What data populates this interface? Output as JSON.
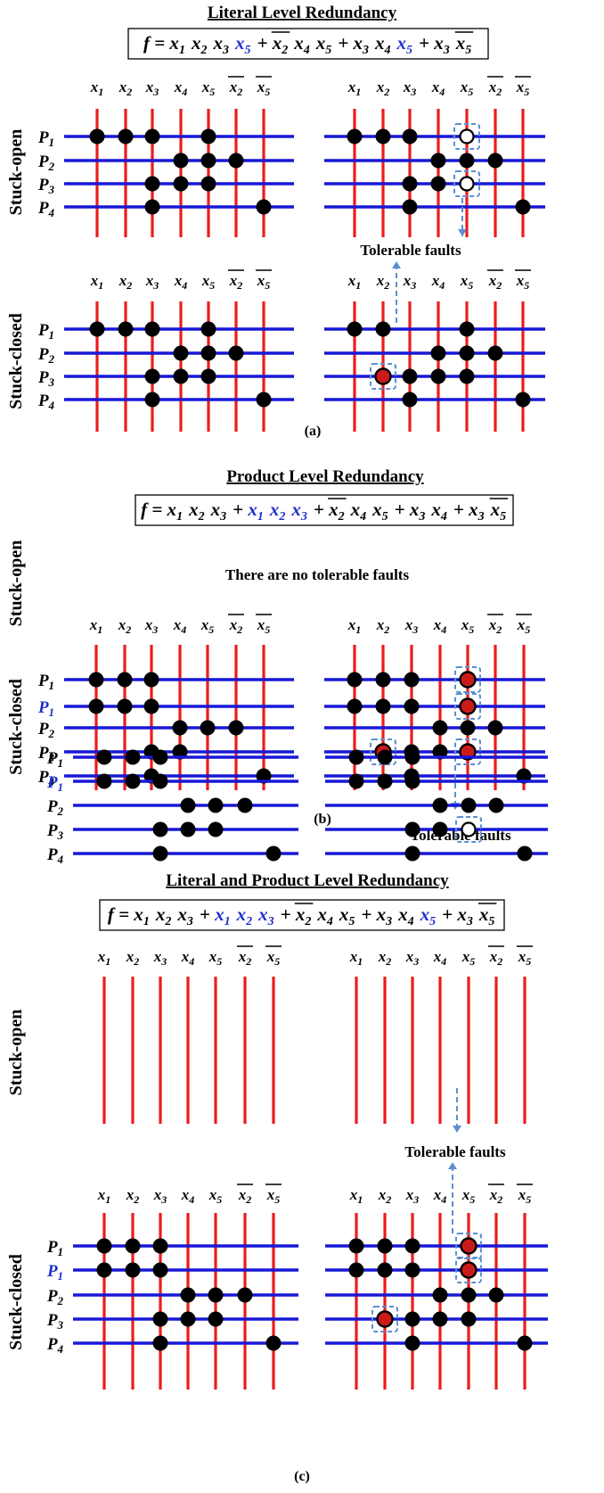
{
  "section_a": {
    "title": "Literal Level Redundancy",
    "formula": [
      {
        "t": "f = x",
        "s": "1",
        "blue": false
      },
      {
        "t": " x",
        "s": "2",
        "blue": false
      },
      {
        "t": " x",
        "s": "3",
        "blue": false
      },
      {
        "t": " x",
        "s": "5",
        "blue": true
      },
      {
        "t": " + ",
        "s": "",
        "blue": false
      },
      {
        "t": "x",
        "s": "2",
        "blue": false,
        "bar": true
      },
      {
        "t": " x",
        "s": "4",
        "blue": false
      },
      {
        "t": " x",
        "s": "5",
        "blue": false
      },
      {
        "t": " + x",
        "s": "3",
        "blue": false
      },
      {
        "t": " x",
        "s": "4",
        "blue": false
      },
      {
        "t": " x",
        "s": "5",
        "blue": true
      },
      {
        "t": " + x",
        "s": "3",
        "blue": false
      },
      {
        "t": " ",
        "s": "",
        "blue": false
      },
      {
        "t": "x",
        "s": "5",
        "blue": false,
        "bar": true
      }
    ],
    "caption": "(a)",
    "stuck_open_label": "Stuck-open",
    "stuck_closed_label": "Stuck-closed",
    "tolerable_label": "Tolerable faults"
  },
  "section_b": {
    "title": "Product Level Redundancy",
    "formula": [
      {
        "t": "f = x",
        "s": "1",
        "blue": false
      },
      {
        "t": " x",
        "s": "2",
        "blue": false
      },
      {
        "t": " x",
        "s": "3",
        "blue": false
      },
      {
        "t": " + ",
        "s": "",
        "blue": false
      },
      {
        "t": "x",
        "s": "1",
        "blue": true
      },
      {
        "t": " x",
        "s": "2",
        "blue": true
      },
      {
        "t": " x",
        "s": "3",
        "blue": true
      },
      {
        "t": " + ",
        "s": "",
        "blue": false
      },
      {
        "t": "x",
        "s": "2",
        "blue": false,
        "bar": true
      },
      {
        "t": " x",
        "s": "4",
        "blue": false
      },
      {
        "t": " x",
        "s": "5",
        "blue": false
      },
      {
        "t": " + x",
        "s": "3",
        "blue": false
      },
      {
        "t": " x",
        "s": "4",
        "blue": false
      },
      {
        "t": " + x",
        "s": "3",
        "blue": false
      },
      {
        "t": " ",
        "s": "",
        "blue": false
      },
      {
        "t": "x",
        "s": "5",
        "blue": false,
        "bar": true
      }
    ],
    "caption": "(b)",
    "stuck_open_label": "Stuck-open",
    "stuck_closed_label": "Stuck-closed",
    "no_faults_note": "There are no tolerable faults",
    "tolerable_label": "Tolerable faults"
  },
  "section_c": {
    "title": "Literal and Product Level Redundancy",
    "formula": [
      {
        "t": "f = x",
        "s": "1",
        "blue": false
      },
      {
        "t": " x",
        "s": "2",
        "blue": false
      },
      {
        "t": " x",
        "s": "3",
        "blue": false
      },
      {
        "t": " + ",
        "s": "",
        "blue": false
      },
      {
        "t": "x",
        "s": "1",
        "blue": true
      },
      {
        "t": " x",
        "s": "2",
        "blue": true
      },
      {
        "t": " x",
        "s": "3",
        "blue": true
      },
      {
        "t": " + ",
        "s": "",
        "blue": false
      },
      {
        "t": "x",
        "s": "2",
        "blue": false,
        "bar": true
      },
      {
        "t": " x",
        "s": "4",
        "blue": false
      },
      {
        "t": " x",
        "s": "5",
        "blue": false
      },
      {
        "t": " + x",
        "s": "3",
        "blue": false
      },
      {
        "t": " x",
        "s": "4",
        "blue": false
      },
      {
        "t": " x",
        "s": "5",
        "blue": true
      },
      {
        "t": " + x",
        "s": "3",
        "blue": false
      },
      {
        "t": " ",
        "s": "",
        "blue": false
      },
      {
        "t": "x",
        "s": "5",
        "blue": false,
        "bar": true
      }
    ],
    "caption": "(c)",
    "stuck_open_label": "Stuck-open",
    "stuck_closed_label": "Stuck-closed",
    "tolerable_label": "Tolerable faults"
  },
  "columns": [
    {
      "sym": "x",
      "sub": "1",
      "bar": false
    },
    {
      "sym": "x",
      "sub": "2",
      "bar": false
    },
    {
      "sym": "x",
      "sub": "3",
      "bar": false
    },
    {
      "sym": "x",
      "sub": "4",
      "bar": false
    },
    {
      "sym": "x",
      "sub": "5",
      "bar": false
    },
    {
      "sym": "x",
      "sub": "2",
      "bar": true
    },
    {
      "sym": "x",
      "sub": "5",
      "bar": true
    }
  ],
  "rows_a": [
    {
      "sym": "P",
      "sub": "1",
      "blue": false
    },
    {
      "sym": "P",
      "sub": "2",
      "blue": false
    },
    {
      "sym": "P",
      "sub": "3",
      "blue": false
    },
    {
      "sym": "P",
      "sub": "4",
      "blue": false
    }
  ],
  "rows_bc": [
    {
      "sym": "P",
      "sub": "1",
      "blue": false
    },
    {
      "sym": "P",
      "sub": "1",
      "blue": true
    },
    {
      "sym": "P",
      "sub": "2",
      "blue": false
    },
    {
      "sym": "P",
      "sub": "3",
      "blue": false
    },
    {
      "sym": "P",
      "sub": "4",
      "blue": false
    }
  ],
  "colors": {
    "vertical_line": "#ee1b1b",
    "horizontal_line": "#1818d6",
    "dot": "#000000",
    "fault_fill": "#cc1a1a",
    "fault_box": "#5b8fd0",
    "arrow": "#5b8fd0"
  }
}
